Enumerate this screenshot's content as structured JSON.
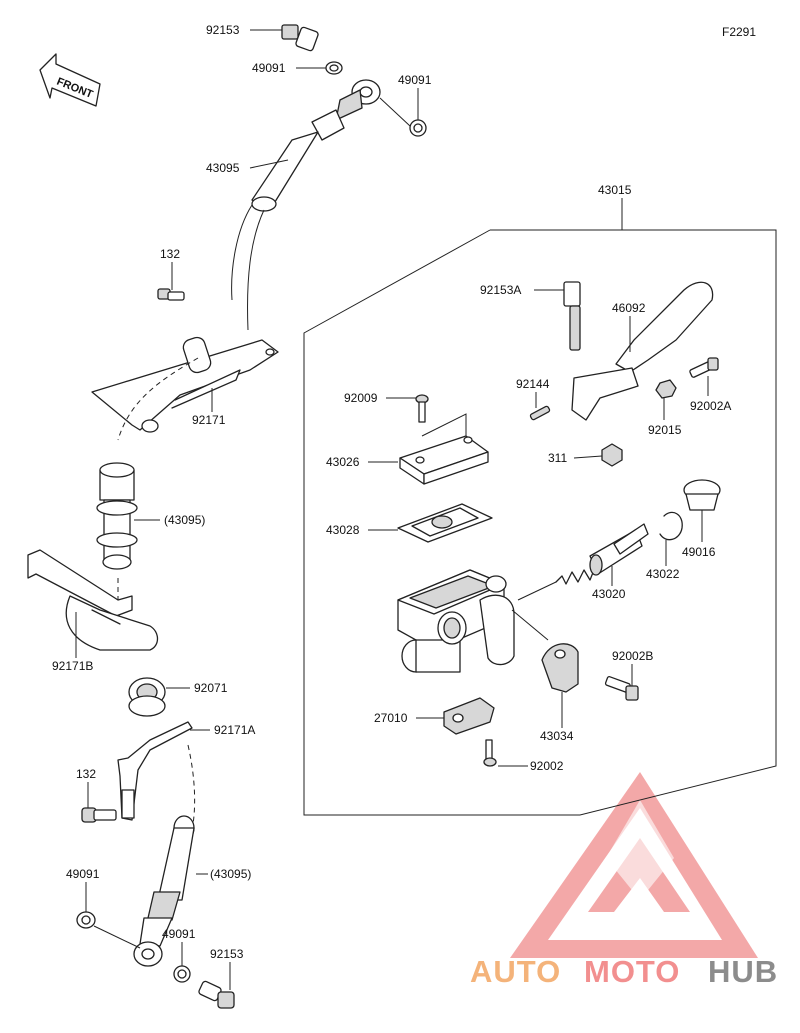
{
  "figure_code": "F2291",
  "front_label": "FRONT",
  "assembly_label": "43015",
  "parts": [
    {
      "id": "p-92153-top",
      "label": "92153"
    },
    {
      "id": "p-49091-a",
      "label": "49091"
    },
    {
      "id": "p-49091-b",
      "label": "49091"
    },
    {
      "id": "p-43095-top",
      "label": "43095"
    },
    {
      "id": "p-132-top",
      "label": "132"
    },
    {
      "id": "p-92171",
      "label": "92171"
    },
    {
      "id": "p-43095-mid",
      "label": "(43095)"
    },
    {
      "id": "p-92171b",
      "label": "92171B"
    },
    {
      "id": "p-92071",
      "label": "92071"
    },
    {
      "id": "p-92171a",
      "label": "92171A"
    },
    {
      "id": "p-132-bot",
      "label": "132"
    },
    {
      "id": "p-49091-c",
      "label": "49091"
    },
    {
      "id": "p-43095-bot",
      "label": "(43095)"
    },
    {
      "id": "p-49091-d",
      "label": "49091"
    },
    {
      "id": "p-92153-bot",
      "label": "92153"
    },
    {
      "id": "p-92153a",
      "label": "92153A"
    },
    {
      "id": "p-46092",
      "label": "46092"
    },
    {
      "id": "p-92144",
      "label": "92144"
    },
    {
      "id": "p-92002a",
      "label": "92002A"
    },
    {
      "id": "p-92009",
      "label": "92009"
    },
    {
      "id": "p-92015",
      "label": "92015"
    },
    {
      "id": "p-43026",
      "label": "43026"
    },
    {
      "id": "p-311",
      "label": "311"
    },
    {
      "id": "p-43028",
      "label": "43028"
    },
    {
      "id": "p-49016",
      "label": "49016"
    },
    {
      "id": "p-43022",
      "label": "43022"
    },
    {
      "id": "p-43020",
      "label": "43020"
    },
    {
      "id": "p-92002b",
      "label": "92002B"
    },
    {
      "id": "p-27010",
      "label": "27010"
    },
    {
      "id": "p-43034",
      "label": "43034"
    },
    {
      "id": "p-92002",
      "label": "92002"
    }
  ],
  "watermark": {
    "text_a": "AUTO",
    "text_b": "MOTO",
    "text_c": "HUB",
    "color_a": "#f4b37a",
    "color_b": "#f28f8f",
    "color_c": "#8c8c8c",
    "logo_color": "#f29a9a"
  }
}
